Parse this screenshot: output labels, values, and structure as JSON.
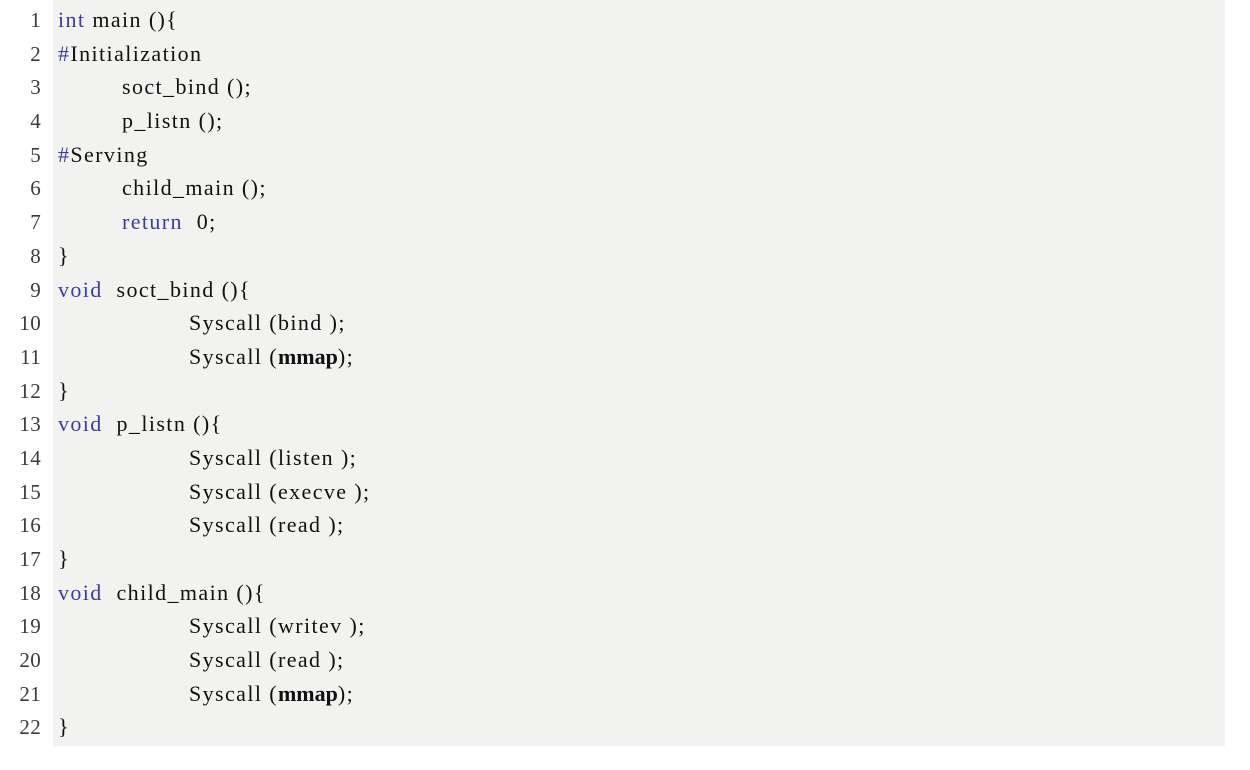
{
  "listing": {
    "language": "c",
    "background_color": "#f2f2f0",
    "gutter_color": "#ffffff",
    "keyword_color": "#3b3bac",
    "text_color": "#111111",
    "line_count": 22,
    "lines": [
      {
        "no": "1",
        "indent": 0,
        "tokens": [
          {
            "t": "int",
            "k": "kw"
          },
          {
            "t": " main (){",
            "k": "txt"
          }
        ]
      },
      {
        "no": "2",
        "indent": 0,
        "tokens": [
          {
            "t": "#",
            "k": "kw"
          },
          {
            "t": "Initialization",
            "k": "txt"
          }
        ]
      },
      {
        "no": "3",
        "indent": 1,
        "tokens": [
          {
            "t": "soct_bind ();",
            "k": "txt"
          }
        ]
      },
      {
        "no": "4",
        "indent": 1,
        "tokens": [
          {
            "t": "p_listn ();",
            "k": "txt"
          }
        ]
      },
      {
        "no": "5",
        "indent": 0,
        "tokens": [
          {
            "t": "#",
            "k": "kw"
          },
          {
            "t": "Serving",
            "k": "txt"
          }
        ]
      },
      {
        "no": "6",
        "indent": 1,
        "tokens": [
          {
            "t": "child_main ();",
            "k": "txt"
          }
        ]
      },
      {
        "no": "7",
        "indent": 1,
        "tokens": [
          {
            "t": "return",
            "k": "kw"
          },
          {
            "t": "  0;",
            "k": "txt"
          }
        ]
      },
      {
        "no": "8",
        "indent": 0,
        "tokens": [
          {
            "t": "}",
            "k": "txt"
          }
        ]
      },
      {
        "no": "9",
        "indent": 0,
        "tokens": [
          {
            "t": "void",
            "k": "kw"
          },
          {
            "t": "  soct_bind (){",
            "k": "txt"
          }
        ]
      },
      {
        "no": "10",
        "indent": 2,
        "tokens": [
          {
            "t": "Syscall (bind );",
            "k": "txt"
          }
        ]
      },
      {
        "no": "11",
        "indent": 2,
        "tokens": [
          {
            "t": "Syscall (",
            "k": "txt"
          },
          {
            "t": "mmap",
            "k": "tight"
          },
          {
            "t": ");",
            "k": "txt"
          }
        ]
      },
      {
        "no": "12",
        "indent": 0,
        "tokens": [
          {
            "t": "}",
            "k": "txt"
          }
        ]
      },
      {
        "no": "13",
        "indent": 0,
        "tokens": [
          {
            "t": "void",
            "k": "kw"
          },
          {
            "t": "  p_listn (){",
            "k": "txt"
          }
        ]
      },
      {
        "no": "14",
        "indent": 2,
        "tokens": [
          {
            "t": "Syscall (listen );",
            "k": "txt"
          }
        ]
      },
      {
        "no": "15",
        "indent": 2,
        "tokens": [
          {
            "t": "Syscall (execve );",
            "k": "txt"
          }
        ]
      },
      {
        "no": "16",
        "indent": 2,
        "tokens": [
          {
            "t": "Syscall (read );",
            "k": "txt"
          }
        ]
      },
      {
        "no": "17",
        "indent": 0,
        "tokens": [
          {
            "t": "}",
            "k": "txt"
          }
        ]
      },
      {
        "no": "18",
        "indent": 0,
        "tokens": [
          {
            "t": "void",
            "k": "kw"
          },
          {
            "t": "  child_main (){",
            "k": "txt"
          }
        ]
      },
      {
        "no": "19",
        "indent": 2,
        "tokens": [
          {
            "t": "Syscall (writev );",
            "k": "txt"
          }
        ]
      },
      {
        "no": "20",
        "indent": 2,
        "tokens": [
          {
            "t": "Syscall (read );",
            "k": "txt"
          }
        ]
      },
      {
        "no": "21",
        "indent": 2,
        "tokens": [
          {
            "t": "Syscall (",
            "k": "txt"
          },
          {
            "t": "mmap",
            "k": "tight"
          },
          {
            "t": ");",
            "k": "txt"
          }
        ]
      },
      {
        "no": "22",
        "indent": 0,
        "tokens": [
          {
            "t": "}",
            "k": "txt"
          }
        ]
      }
    ]
  }
}
